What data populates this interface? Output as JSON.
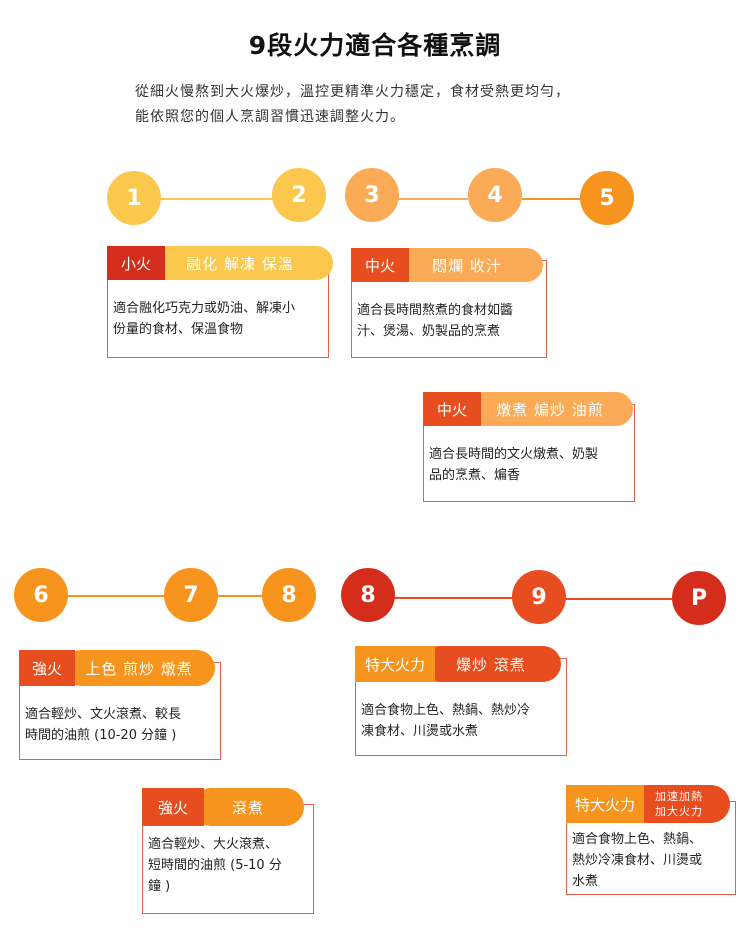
{
  "title": "9段火力適合各種烹調",
  "subtitle_line1": "從細火慢熬到大火爆炒，溫控更精準火力穩定，食材受熱更均勻，",
  "subtitle_line2": "能依照您的個人烹調習慣迅速調整火力。",
  "colors": {
    "yellow": "#fbc84d",
    "light_orange": "#fbaa55",
    "orange": "#f7941d",
    "red_orange": "#e84d1f",
    "dark_red": "#d42d1b",
    "border": "#e06048"
  },
  "row1": {
    "levels": [
      "1",
      "2",
      "3",
      "4",
      "5"
    ]
  },
  "row2": {
    "levels": [
      "6",
      "7",
      "8",
      "8",
      "9",
      "P"
    ]
  },
  "cards": [
    {
      "tag": "小火",
      "pill": "融化  解凍  保溫",
      "desc_line1": "適合融化巧克力或奶油、解凍小",
      "desc_line2": "份量的食材、保溫食物",
      "desc_line3": ""
    },
    {
      "tag": "中火",
      "pill": "悶爛  收汁",
      "desc_line1": "適合長時間熬煮的食材如醬",
      "desc_line2": "汁、煲湯、奶製品的烹煮",
      "desc_line3": ""
    },
    {
      "tag": "中火",
      "pill": "燉煮  煸炒  油煎",
      "desc_line1": "適合長時間的文火燉煮、奶製",
      "desc_line2": "品的烹煮、煸香",
      "desc_line3": ""
    },
    {
      "tag": "強火",
      "pill": "上色 煎炒 燉煮",
      "desc_line1": "適合輕炒、文火滾煮、較長",
      "desc_line2": "時間的油煎 (10-20 分鐘 )",
      "desc_line3": ""
    },
    {
      "tag": "特大火力",
      "pill": "爆炒  滾煮",
      "desc_line1": "適合食物上色、熱鍋、熱炒冷",
      "desc_line2": "凍食材、川燙或水煮",
      "desc_line3": ""
    },
    {
      "tag": "強火",
      "pill": "滾煮",
      "desc_line1": "適合輕炒、大火滾煮、",
      "desc_line2": "短時間的油煎 (5-10 分",
      "desc_line3": "鐘 )"
    },
    {
      "tag": "特大火力",
      "pill_line1": "加速加熱",
      "pill_line2": "加大火力",
      "desc_line1": "適合食物上色、熱鍋、",
      "desc_line2": "熱炒冷凍食材、川燙或",
      "desc_line3": "水煮"
    }
  ]
}
